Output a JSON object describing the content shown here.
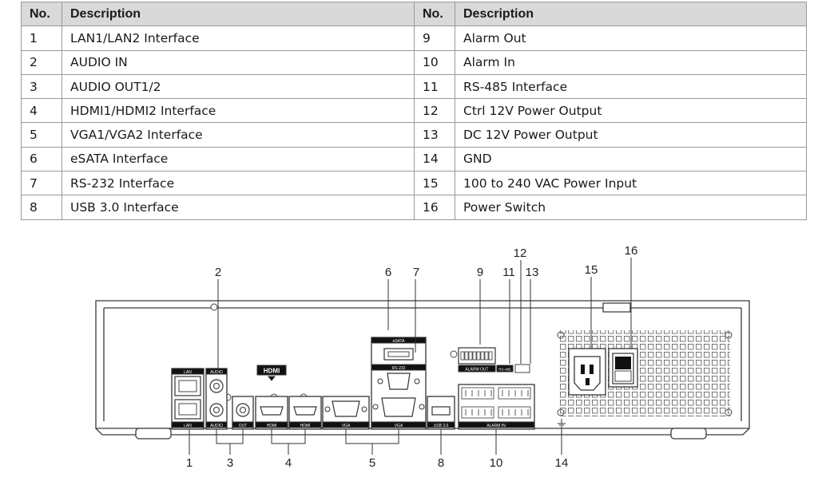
{
  "table": {
    "headers": [
      "No.",
      "Description",
      "No.",
      "Description"
    ],
    "rows": [
      [
        "1",
        "LAN1/LAN2  Interface",
        "9",
        "Alarm Out"
      ],
      [
        "2",
        "AUDIO IN",
        "10",
        "Alarm In"
      ],
      [
        "3",
        "AUDIO OUT1/2",
        "11",
        "RS-485 Interface"
      ],
      [
        "4",
        "HDMI1/HDMI2 Interface",
        "12",
        "Ctrl 12V Power Output"
      ],
      [
        "5",
        "VGA1/VGA2  Interface",
        "13",
        "DC 12V Power Output"
      ],
      [
        "6",
        "eSATA  Interface",
        "14",
        "GND"
      ],
      [
        "7",
        "RS-232 Interface",
        "15",
        "100 to 240 VAC  Power Input"
      ],
      [
        "8",
        "USB 3.0 Interface",
        "16",
        "Power Switch"
      ]
    ]
  },
  "diagram": {
    "callouts": [
      "1",
      "2",
      "3",
      "4",
      "5",
      "6",
      "7",
      "8",
      "9",
      "10",
      "11",
      "12",
      "13",
      "14",
      "15",
      "16"
    ],
    "port_labels": {
      "lan_top": "LAN",
      "lan_bottom": "LAN",
      "audio_top": "AUDIO",
      "audio_bottom": "AUDIO",
      "audio_out": "OUT",
      "hdmi_logo": "HDMI",
      "hdmi1": "HDMI",
      "hdmi2": "HDMI",
      "vga1": "VGA",
      "vga2": "VGA",
      "esata": "eSATA",
      "rs232": "RS-232",
      "usb": "USB 3.0",
      "alarm_out": "ALARM OUT",
      "alarm_in": "ALARM IN",
      "rs485": "RS-485"
    },
    "colors": {
      "outline": "#3a3a3a",
      "label_fill": "#111111",
      "panel": "#ffffff"
    }
  }
}
